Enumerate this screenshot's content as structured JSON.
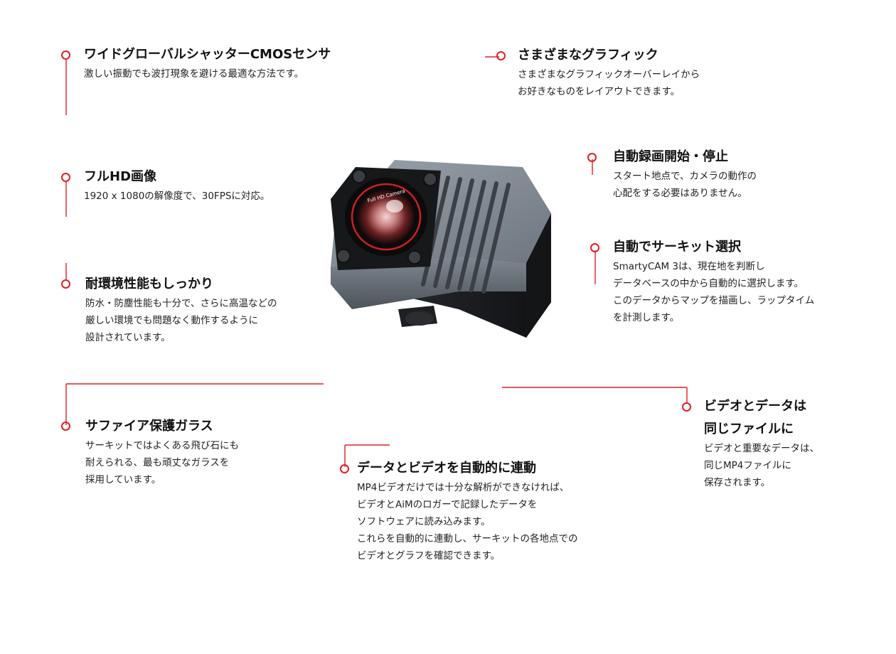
{
  "features": [
    {
      "id": "cmos",
      "title": "ワイドグローバルシャッターCMOSセンサ",
      "desc": [
        "激しい振動でも波打現象を避ける最適な方法です。"
      ]
    },
    {
      "id": "fullhd",
      "title": "フルHD画像",
      "desc": [
        "1920 x 1080の解像度で、30FPSに対応。"
      ]
    },
    {
      "id": "durable",
      "title": "耐環境性能もしっかり",
      "desc": [
        "防水・防塵性能も十分で、さらに高温などの",
        "厳しい環境でも問題なく動作するように",
        "設計されています。"
      ]
    },
    {
      "id": "sapphire",
      "title": "サファイア保護ガラス",
      "desc": [
        "サーキットではよくある飛び石にも",
        "耐えられる、最も頑丈なガラスを",
        "採用しています。"
      ]
    },
    {
      "id": "sync",
      "title": "データとビデオを自動的に連動",
      "desc": [
        "MP4ビデオだけでは十分な解析ができなければ、",
        "ビデオとAiMのロガーで記録したデータを",
        "ソフトウェアに読み込みます。",
        "これらを自動的に連動し、サーキットの各地点での",
        "ビデオとグラフを確認できます。"
      ]
    },
    {
      "id": "graphics",
      "title": "さまざまなグラフィック",
      "desc": [
        "さまざまなグラフィックオーバーレイから",
        "お好きなものをレイアウトできます。"
      ]
    },
    {
      "id": "autorec",
      "title": "自動録画開始・停止",
      "desc": [
        "スタート地点で、カメラの動作の",
        "心配をする必要はありません。"
      ]
    },
    {
      "id": "circuit",
      "title": "自動でサーキット選択",
      "desc": [
        "SmartyCAM 3は、現在地を判断し",
        "データベースの中から自動的に選択します。",
        "このデータからマップを描画し、ラップタイム",
        "を計測します。"
      ]
    },
    {
      "id": "samefile",
      "title": "ビデオとデータは",
      "title2": "同じファイルに",
      "desc": [
        "ビデオと重要なデータは、",
        "同じMP4ファイルに",
        "保存されます。"
      ]
    }
  ],
  "camera": {
    "lens_text": "Full HD Camera",
    "colors": {
      "accent": "#e02020",
      "body": "#6f7780",
      "dark": "#1a1a1a"
    }
  }
}
